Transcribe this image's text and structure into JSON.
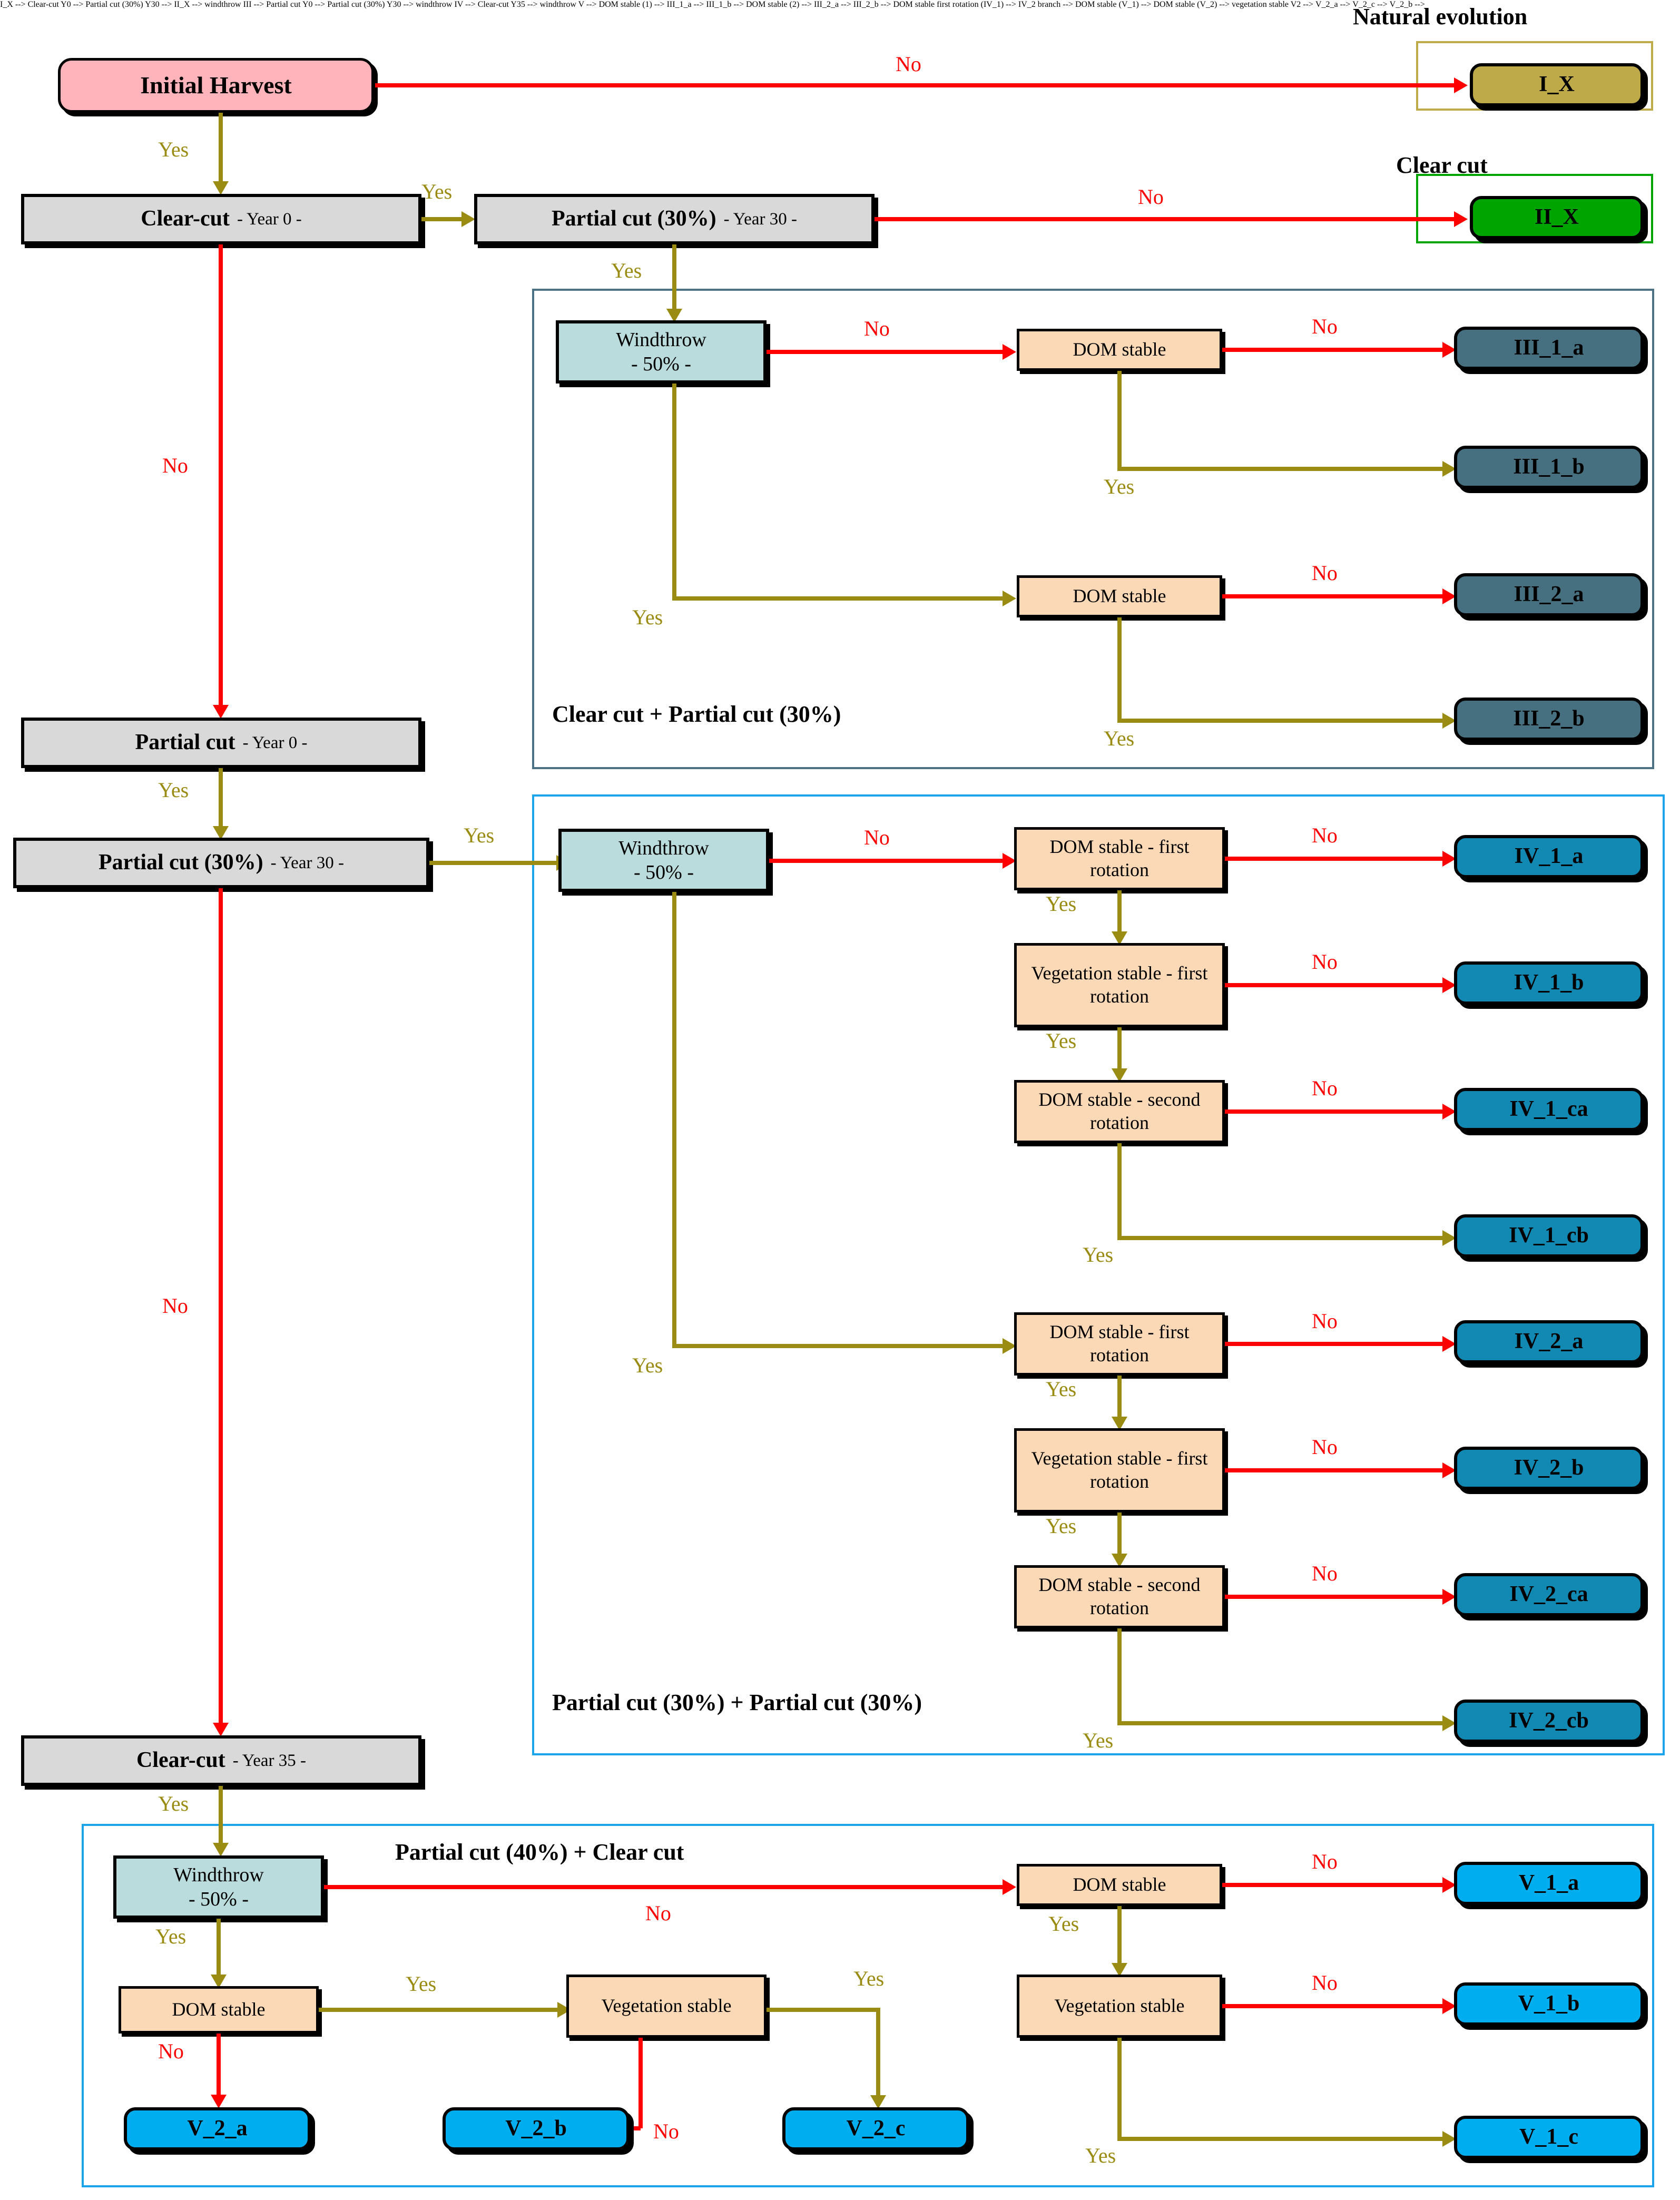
{
  "diagram": {
    "title_nodes": {
      "natural_evolution": "Natural evolution",
      "clear_cut": "Clear cut"
    },
    "start": {
      "label": "Initial Harvest"
    },
    "spine": [
      {
        "label": "Clear-cut",
        "year": "- Year 0 -"
      },
      {
        "label": "Partial cut",
        "year": "- Year 0 -"
      },
      {
        "label": "Partial cut (30%)",
        "year": "- Year 30 -"
      },
      {
        "label": "Clear-cut",
        "year": "- Year 35 -"
      }
    ],
    "top_branch": {
      "label": "Partial cut (30%)",
      "year": "- Year 30 -"
    },
    "windthrow": {
      "line1": "Windthrow",
      "line2": "- 50% -"
    },
    "decisions": {
      "dom_stable": "DOM stable",
      "dom_stable_first": "DOM stable - first rotation",
      "dom_stable_second": "DOM stable - second rotation",
      "veg_stable": "Vegetation stable",
      "veg_stable_first": "Vegetation stable - first rotation"
    },
    "edge_labels": {
      "yes": "Yes",
      "no": "No"
    },
    "groups": [
      {
        "id": "III",
        "caption": "Clear cut + Partial cut (30%)"
      },
      {
        "id": "IV",
        "caption": "Partial cut (30%) + Partial cut (30%)"
      },
      {
        "id": "V",
        "caption": "Partial cut (40%) + Clear cut"
      }
    ],
    "terminals": {
      "I_X": "I_X",
      "II_X": "II_X",
      "III_1_a": "III_1_a",
      "III_1_b": "III_1_b",
      "III_2_a": "III_2_a",
      "III_2_b": "III_2_b",
      "IV_1_a": "IV_1_a",
      "IV_1_b": "IV_1_b",
      "IV_1_ca": "IV_1_ca",
      "IV_1_cb": "IV_1_cb",
      "IV_2_a": "IV_2_a",
      "IV_2_b": "IV_2_b",
      "IV_2_ca": "IV_2_ca",
      "IV_2_cb": "IV_2_cb",
      "V_1_a": "V_1_a",
      "V_1_b": "V_1_b",
      "V_1_c": "V_1_c",
      "V_2_a": "V_2_a",
      "V_2_b": "V_2_b",
      "V_2_c": "V_2_c"
    },
    "colors": {
      "start_fill": "#FFB3BA",
      "process_fill": "#D9D9D9",
      "windthrow_fill": "#BBDCDC",
      "decision_fill": "#FCD9B6",
      "terminal_I": "#BFAA4A",
      "terminal_II": "#00A400",
      "terminal_III": "#46707F",
      "terminal_IV": "#1189B3",
      "terminal_V": "#00AEEF",
      "yes_edge": "#9A8B12",
      "no_edge": "#FF0000"
    }
  }
}
